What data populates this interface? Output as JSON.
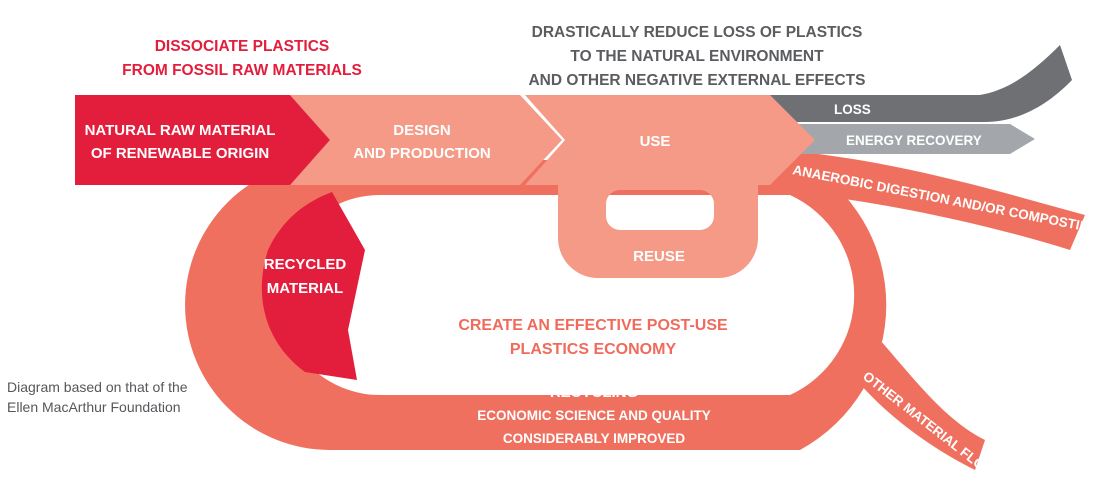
{
  "colors": {
    "red": "#e31d3c",
    "salmon_light": "#f49a86",
    "salmon_dark": "#f0705f",
    "grey_dark": "#6e7073",
    "grey_light": "#a3a7ab",
    "text_grey": "#5a5c60"
  },
  "header": {
    "dissociate": [
      "DISSOCIATE PLASTICS",
      "FROM FOSSIL RAW MATERIALS"
    ],
    "reduce": [
      "DRASTICALLY REDUCE LOSS  OF PLASTICS",
      "TO THE NATURAL ENVIRONMENT",
      "AND OTHER NEGATIVE EXTERNAL EFFECTS"
    ]
  },
  "flow": {
    "raw_material": [
      "NATURAL RAW MATERIAL",
      "OF RENEWABLE ORIGIN"
    ],
    "design": [
      "DESIGN",
      "AND PRODUCTION"
    ],
    "use": "USE",
    "reuse": "REUSE",
    "loss": "LOSS",
    "energy_recovery": "ENERGY RECOVERY",
    "anaerobic": "ANAEROBIC DIGESTION AND/OR COMPOSTING",
    "recycled": [
      "RECYCLED",
      "MATERIAL"
    ],
    "post_use": [
      "CREATE AN EFFECTIVE POST-USE",
      "PLASTICS ECONOMY"
    ],
    "recycling": [
      "RECYCLING",
      "ECONOMIC SCIENCE AND QUALITY",
      "CONSIDERABLY  IMPROVED"
    ],
    "other_flows": "OTHER MATERIAL FLOWS"
  },
  "credit": [
    "Diagram based on that of the",
    "Ellen MacArthur Foundation"
  ]
}
